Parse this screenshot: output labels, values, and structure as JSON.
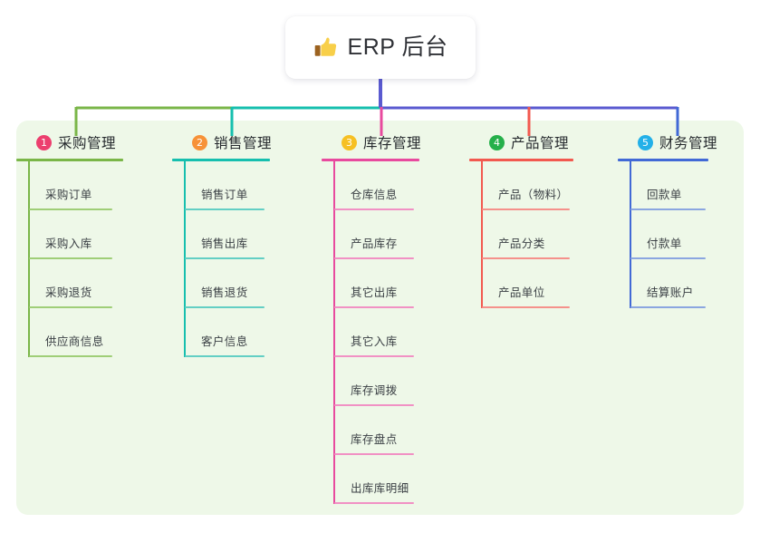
{
  "diagram": {
    "type": "mindmap",
    "root": {
      "title": "ERP 后台",
      "icon": "thumbs-up-icon",
      "card_background": "#ffffff"
    },
    "panel_background": "#eef8e8",
    "trunk_color": "#5a5ad0",
    "branches": [
      {
        "number": "1",
        "title": "采购管理",
        "badge_color": "#ec3f6e",
        "line_color": "#7ab648",
        "item_line_color": "#9fce77",
        "connector_color": "#7ab648",
        "items": [
          "采购订单",
          "采购入库",
          "采购退货",
          "供应商信息"
        ]
      },
      {
        "number": "2",
        "title": "销售管理",
        "badge_color": "#f79238",
        "line_color": "#16bfae",
        "item_line_color": "#63cfc4",
        "connector_color": "#16bfae",
        "items": [
          "销售订单",
          "销售出库",
          "销售退货",
          "客户信息"
        ]
      },
      {
        "number": "3",
        "title": "库存管理",
        "badge_color": "#f6c023",
        "line_color": "#e84a9e",
        "item_line_color": "#f191c4",
        "connector_color": "#e84a9e",
        "items": [
          "仓库信息",
          "产品库存",
          "其它出库",
          "其它入库",
          "库存调拨",
          "库存盘点",
          "出库库明细"
        ]
      },
      {
        "number": "4",
        "title": "产品管理",
        "badge_color": "#25b04a",
        "line_color": "#f2594f",
        "item_line_color": "#f5918b",
        "connector_color": "#f2594f",
        "items": [
          "产品（物料）",
          "产品分类",
          "产品单位"
        ]
      },
      {
        "number": "5",
        "title": "财务管理",
        "badge_color": "#23b0e8",
        "line_color": "#4169d6",
        "item_line_color": "#8ba6e0",
        "connector_color": "#4169d6",
        "items": [
          "回款单",
          "付款单",
          "结算账户"
        ]
      }
    ]
  }
}
